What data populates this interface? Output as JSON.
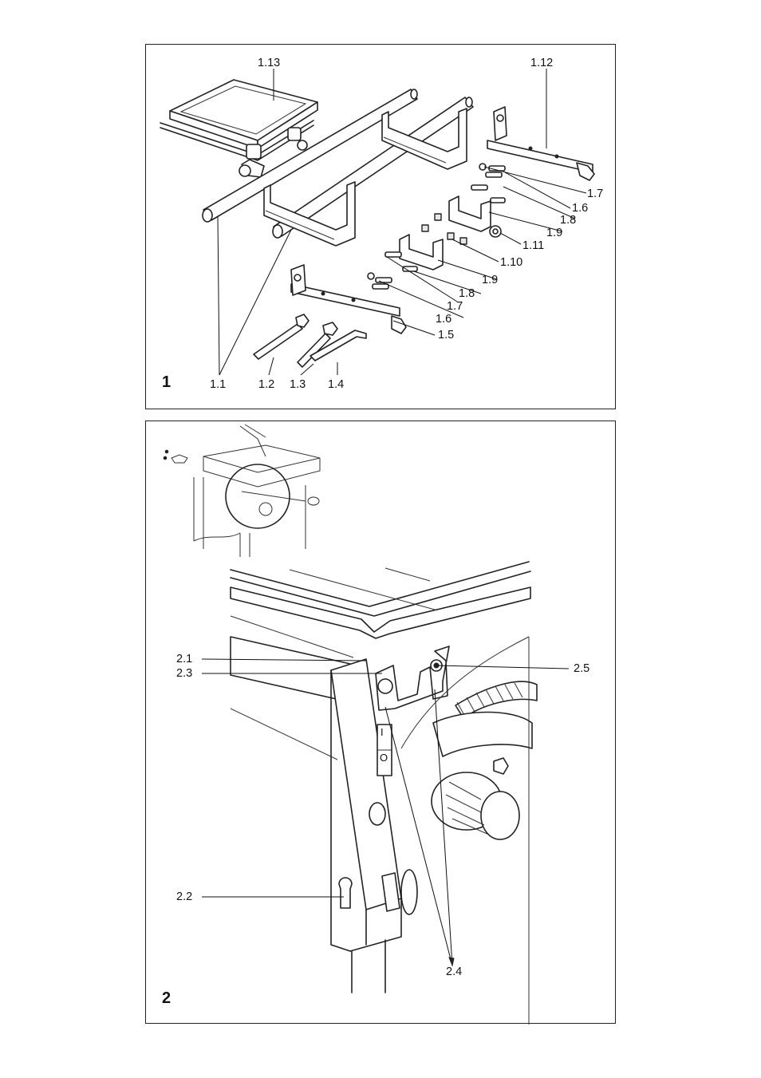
{
  "figure1": {
    "number": "1",
    "labels": {
      "l1_13": "1.13",
      "l1_12": "1.12",
      "l1_7a": "1.7",
      "l1_6a": "1.6",
      "l1_8a": "1.8",
      "l1_9a": "1.9",
      "l1_11": "1.11",
      "l1_10": "1.10",
      "l1_9b": "1.9",
      "l1_8b": "1.8",
      "l1_7b": "1.7",
      "l1_6b": "1.6",
      "l1_5": "1.5",
      "l1_1": "1.1",
      "l1_2": "1.2",
      "l1_3": "1.3",
      "l1_4": "1.4"
    }
  },
  "figure2": {
    "number": "2",
    "labels": {
      "l2_1": "2.1",
      "l2_3": "2.3",
      "l2_5": "2.5",
      "l2_2": "2.2",
      "l2_4": "2.4"
    },
    "switch": {
      "on": "I",
      "off": "O"
    }
  }
}
